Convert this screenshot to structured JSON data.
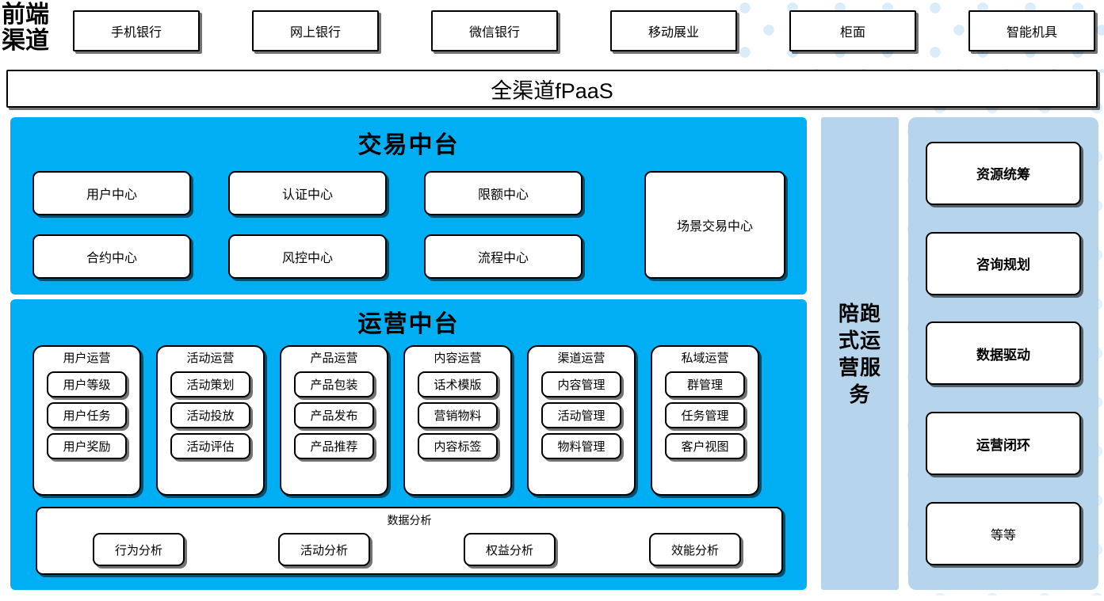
{
  "colors": {
    "platform_blue": "#00AEF3",
    "service_blue": "#B6D4EC",
    "box_white": "#FFFFFF",
    "outline_black": "#000000",
    "watermark_dot": "#DCEEFB"
  },
  "front_channel": {
    "label": "前端\n渠道",
    "label_line1": "前端",
    "label_line2": "渠道",
    "items": [
      {
        "label": "手机银行"
      },
      {
        "label": "网上银行"
      },
      {
        "label": "微信银行"
      },
      {
        "label": "移动展业"
      },
      {
        "label": "柜面"
      },
      {
        "label": "智能机具"
      }
    ]
  },
  "fpaas": {
    "label": "全渠道fPaaS"
  },
  "trade_platform": {
    "title": "交易中台",
    "centers": [
      {
        "label": "用户中心"
      },
      {
        "label": "认证中心"
      },
      {
        "label": "限额中心"
      },
      {
        "label": "合约中心"
      },
      {
        "label": "风控中心"
      },
      {
        "label": "流程中心"
      }
    ],
    "scene_center": {
      "label": "场景交易中心"
    }
  },
  "ops_platform": {
    "title": "运营中台",
    "columns": [
      {
        "title": "用户运营",
        "items": [
          "用户等级",
          "用户任务",
          "用户奖励"
        ]
      },
      {
        "title": "活动运营",
        "items": [
          "活动策划",
          "活动投放",
          "活动评估"
        ]
      },
      {
        "title": "产品运营",
        "items": [
          "产品包装",
          "产品发布",
          "产品推荐"
        ]
      },
      {
        "title": "内容运营",
        "items": [
          "话术模版",
          "营销物料",
          "内容标签"
        ]
      },
      {
        "title": "渠道运营",
        "items": [
          "内容管理",
          "活动管理",
          "物料管理"
        ]
      },
      {
        "title": "私域运营",
        "items": [
          "群管理",
          "任务管理",
          "客户视图"
        ]
      }
    ],
    "data_analysis": {
      "title": "数据分析",
      "items": [
        "行为分析",
        "活动分析",
        "权益分析",
        "效能分析"
      ]
    }
  },
  "service_column": {
    "label": "陪跑式运营服务",
    "lines": [
      "陪跑",
      "式运",
      "营服",
      "务"
    ]
  },
  "value_panel": {
    "items": [
      {
        "label": "资源统筹",
        "bold": true
      },
      {
        "label": "咨询规划",
        "bold": true
      },
      {
        "label": "数据驱动",
        "bold": true
      },
      {
        "label": "运营闭环",
        "bold": true
      },
      {
        "label": "等等",
        "bold": false
      }
    ]
  }
}
